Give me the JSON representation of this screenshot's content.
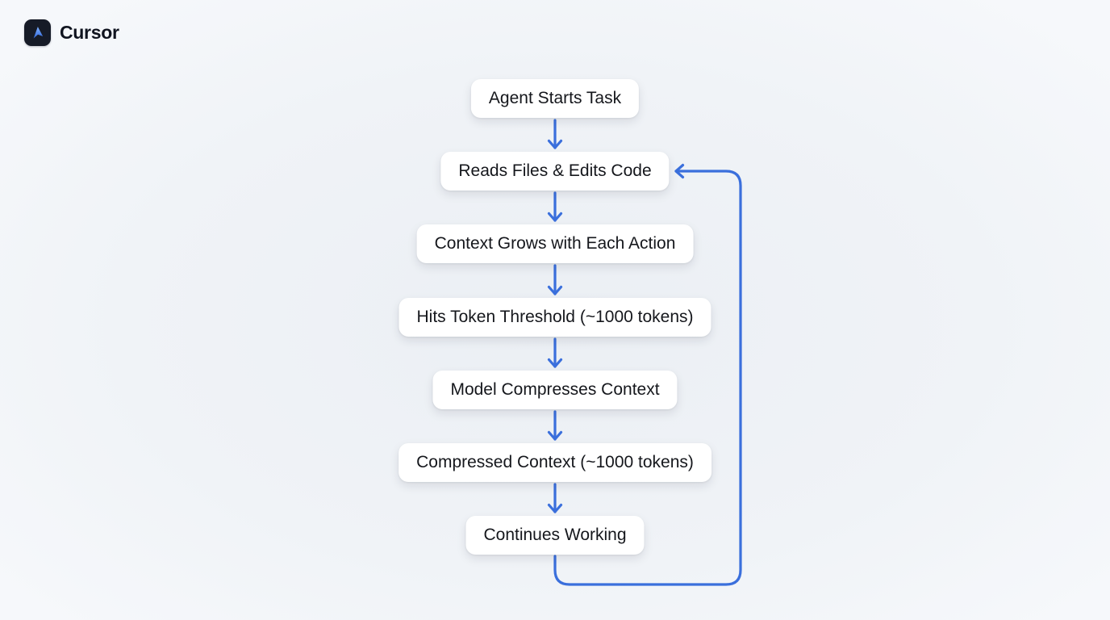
{
  "brand": {
    "name": "Cursor",
    "icon": "cursor-pointer-icon"
  },
  "flowchart": {
    "nodes": [
      {
        "id": "start",
        "label": "Agent Starts Task"
      },
      {
        "id": "reads",
        "label": "Reads Files & Edits Code"
      },
      {
        "id": "grows",
        "label": "Context Grows with Each Action"
      },
      {
        "id": "threshold",
        "label": "Hits Token Threshold (~1000 tokens)"
      },
      {
        "id": "compress",
        "label": "Model Compresses Context"
      },
      {
        "id": "compressed",
        "label": "Compressed Context (~1000 tokens)"
      },
      {
        "id": "continues",
        "label": "Continues Working"
      }
    ],
    "edges": [
      {
        "from": "start",
        "to": "reads"
      },
      {
        "from": "reads",
        "to": "grows"
      },
      {
        "from": "grows",
        "to": "threshold"
      },
      {
        "from": "threshold",
        "to": "compress"
      },
      {
        "from": "compress",
        "to": "compressed"
      },
      {
        "from": "compressed",
        "to": "continues"
      },
      {
        "from": "continues",
        "to": "reads",
        "type": "loop-back"
      }
    ]
  },
  "colors": {
    "arrow": "#3a6fdc",
    "node_bg": "#ffffff",
    "node_text": "#15171c",
    "logo_bg": "#161b27",
    "logo_pointer": "#3f7bea",
    "bg_center": "#ebeff4",
    "bg_mid": "#f0f3f7",
    "bg_edge": "#f6f8fb"
  }
}
